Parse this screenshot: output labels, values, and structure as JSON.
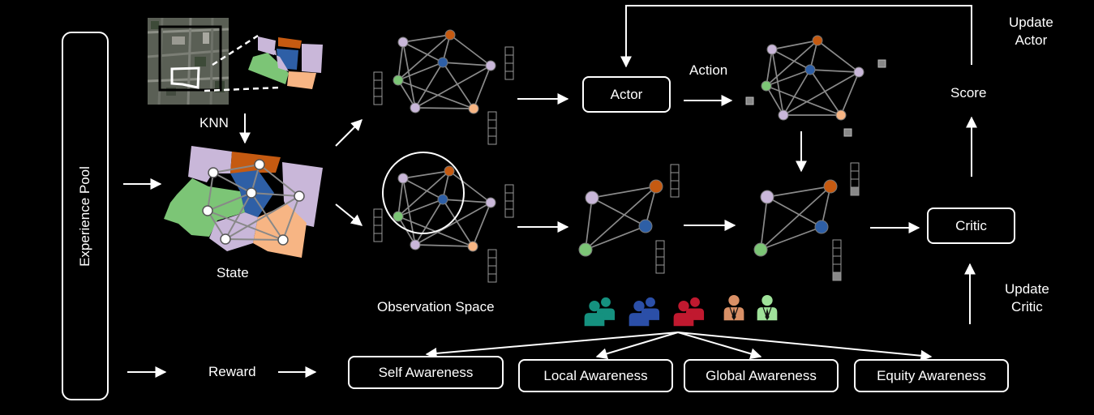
{
  "experience_pool": "Experience Pool",
  "knn_label": "KNN",
  "state_label": "State",
  "observation_space_label": "Observation Space",
  "actor_label": "Actor",
  "action_label": "Action",
  "critic_label": "Critic",
  "score_label": "Score",
  "update_actor": [
    "Update",
    "Actor"
  ],
  "update_critic": [
    "Update",
    "Critic"
  ],
  "reward_label": "Reward",
  "awareness": {
    "self": "Self Awareness",
    "local": "Local Awareness",
    "global": "Global Awareness",
    "equity": "Equity Awareness"
  },
  "colors": {
    "background": "#000000",
    "purple": "#C9B7D9",
    "orange": "#C55A11",
    "blue": "#2E5FA6",
    "green": "#7CC576",
    "peach": "#F7B584",
    "teal_people": "#15917F",
    "blue_people": "#2B4FA8",
    "red_people": "#C0192F",
    "orange_person": "#D99066",
    "green_person": "#9FE29A"
  },
  "icons": [
    "satellite-map-image",
    "land-parcel-map",
    "graph-network",
    "feature-vector",
    "people-group-icon",
    "person-icon"
  ]
}
